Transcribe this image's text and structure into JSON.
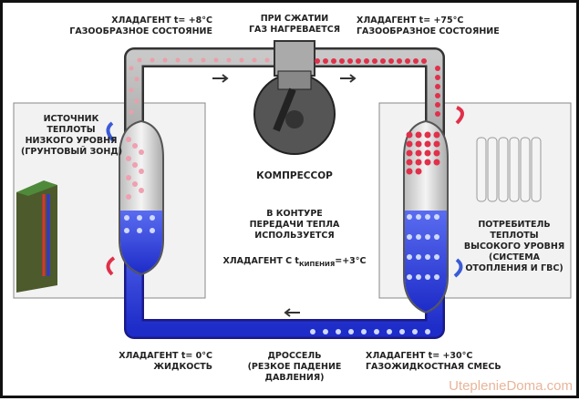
{
  "labels": {
    "top_left": [
      "ХЛАДАГЕНТ  t= +8°C",
      "ГАЗООБРАЗНОЕ СОСТОЯНИЕ"
    ],
    "top_center": [
      "ПРИ СЖАТИИ",
      "ГАЗ НАГРЕВАЕТСЯ"
    ],
    "top_right": [
      "ХЛАДАГЕНТ  t= +75°C",
      "ГАЗООБРАЗНОЕ СОСТОЯНИЕ"
    ],
    "source": [
      "ИСТОЧНИК",
      "ТЕПЛОТЫ",
      "НИЗКОГО УРОВНЯ",
      "(ГРУНТОВЫЙ ЗОНД)"
    ],
    "compressor": "КОМПРЕССОР",
    "center": [
      "В КОНТУРЕ",
      "ПЕРЕДАЧИ ТЕПЛА",
      "ИСПОЛЬЗУЕТСЯ"
    ],
    "boiling": {
      "prefix": "ХЛАДАГЕНТ С  t",
      "sub": "КИПЕНИЯ",
      "suffix": "=+3°C"
    },
    "consumer": [
      "ПОТРЕБИТЕЛЬ",
      "ТЕПЛОТЫ",
      "ВЫСОКОГО УРОВНЯ",
      "(СИСТЕМА",
      "ОТОПЛЕНИЯ И ГВС)"
    ],
    "bottom_left": [
      "ХЛАДАГЕНТ  t= 0°C",
      "ЖИДКОСТЬ"
    ],
    "bottom_center": [
      "ДРОССЕЛЬ",
      "(РЕЗКОЕ ПАДЕНИЕ",
      "ДАВЛЕНИЯ)"
    ],
    "bottom_right": [
      "ХЛАДАГЕНТ  t= +30°C",
      "ГАЗОЖИДКОСТНАЯ СМЕСЬ"
    ]
  },
  "watermark": "UteplenieDoma.com",
  "colors": {
    "gas": "#9a9a9a",
    "liquid": "#2f3fe0",
    "hot": "#e0304a",
    "cold_arrow": "#3b5bd6"
  }
}
